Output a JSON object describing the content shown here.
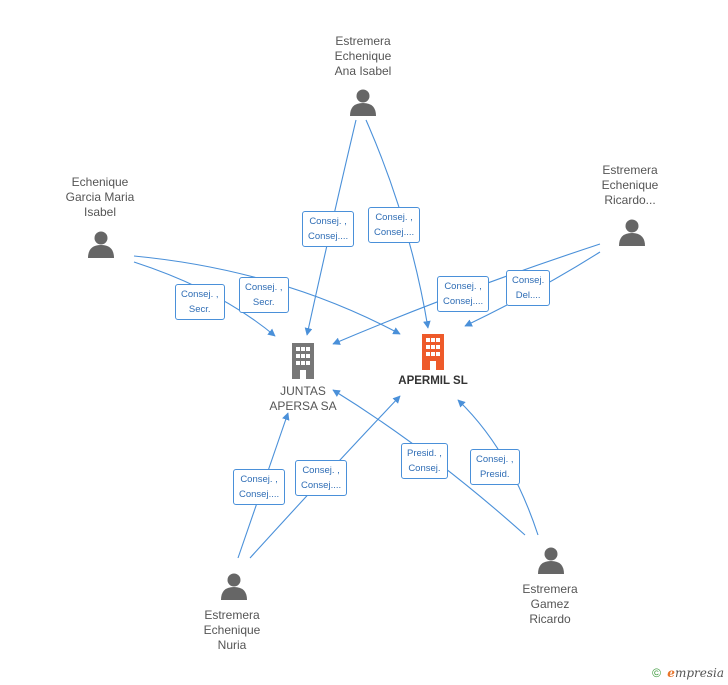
{
  "nodes": {
    "ana_isabel": {
      "lines": [
        "Estremera",
        "Echenique",
        "Ana Isabel"
      ]
    },
    "maria_isabel": {
      "lines": [
        "Echenique",
        "Garcia Maria",
        "Isabel"
      ]
    },
    "ricardo_e": {
      "lines": [
        "Estremera",
        "Echenique",
        "Ricardo..."
      ]
    },
    "nuria": {
      "lines": [
        "Estremera",
        "Echenique",
        "Nuria"
      ]
    },
    "ricardo_g": {
      "lines": [
        "Estremera",
        "Gamez",
        "Ricardo"
      ]
    },
    "juntas": {
      "lines": [
        "JUNTAS",
        "APERSA SA"
      ]
    },
    "apermil": {
      "lines": [
        "APERMIL SL"
      ]
    }
  },
  "edge_labels": {
    "ana_juntas": [
      "Consej. ,",
      "Consej...."
    ],
    "ana_apermil": [
      "Consej. ,",
      "Consej...."
    ],
    "maria_juntas": [
      "Consej. ,",
      "Secr."
    ],
    "maria_apermil": [
      "Consej. ,",
      "Secr."
    ],
    "ricardo_juntas": [
      "Consej. ,",
      "Consej...."
    ],
    "ricardo_apermil": [
      "Consej.",
      "Del...."
    ],
    "nuria_juntas": [
      "Consej. ,",
      "Consej...."
    ],
    "nuria_apermil": [
      "Consej. ,",
      "Consej...."
    ],
    "gamez_juntas": [
      "Presid. ,",
      "Consej."
    ],
    "gamez_apermil": [
      "Consej. ,",
      "Presid."
    ]
  },
  "footer": {
    "copyright": "©",
    "brand_initial": "e",
    "brand_rest": "mpresia"
  },
  "colors": {
    "edge": "#4a90d9",
    "person": "#666666",
    "company": "#777777",
    "company_main": "#ee5a2a"
  }
}
